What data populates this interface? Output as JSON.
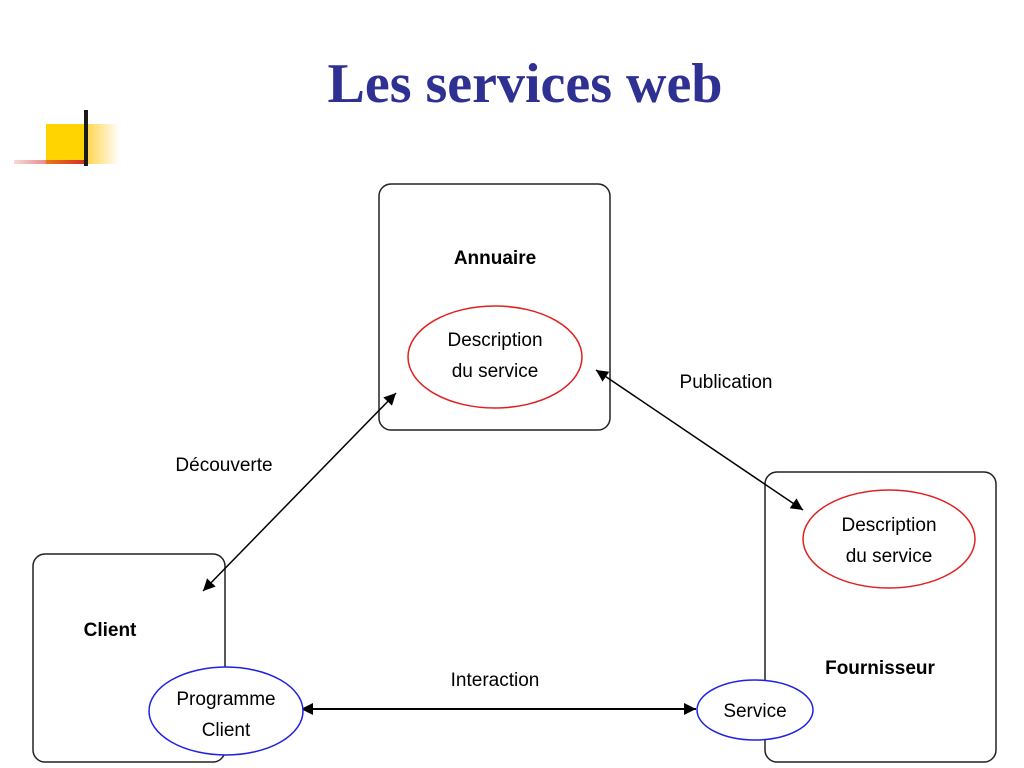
{
  "slide": {
    "title": "Les services web"
  },
  "diagram": {
    "nodes": {
      "annuaire": {
        "label": "Annuaire",
        "ellipse_line1": "Description",
        "ellipse_line2": "du service"
      },
      "client": {
        "label": "Client",
        "ellipse_line1": "Programme",
        "ellipse_line2": "Client"
      },
      "fournisseur": {
        "label": "Fournisseur",
        "ellipse_line1": "Description",
        "ellipse_line2": "du service",
        "service_label": "Service"
      }
    },
    "edges": {
      "publication": "Publication",
      "decouverte": "Découverte",
      "interaction": "Interaction"
    },
    "colors": {
      "title": "#2e3192",
      "description_ellipse": "#e02020",
      "client_ellipse": "#2020e0",
      "box_border": "#222222"
    }
  }
}
